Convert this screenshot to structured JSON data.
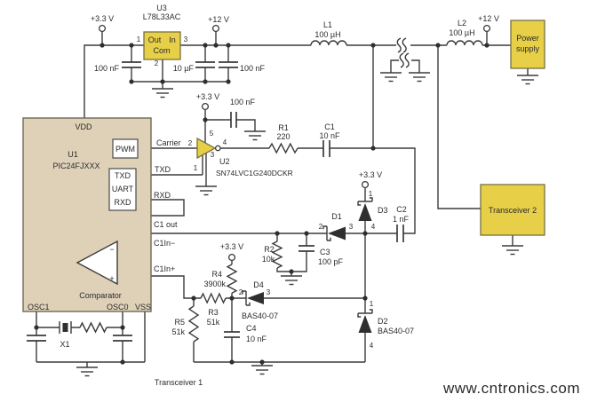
{
  "colors": {
    "yellow_fill": "#e7d048",
    "chip_fill": "#ded1b8",
    "wire": "#3b3b3b",
    "watermark": "#b2dcb2"
  },
  "power": {
    "v33": "+3.3 V",
    "v12": "+12 V"
  },
  "pins": {
    "p1": "1",
    "p2": "2",
    "p3": "3",
    "p4": "4",
    "p5": "5"
  },
  "u3": {
    "ref": "U3",
    "part": "L78L33AC",
    "out": "Out",
    "in": "In",
    "com": "Com"
  },
  "u1": {
    "ref": "U1",
    "part": "PIC24FJXXX",
    "vdd": "VDD",
    "pwm": "PWM",
    "txd": "TXD",
    "uart": "UART",
    "rxd": "RXD",
    "comparator": "Comparator",
    "minus": "−",
    "plus": "+",
    "osc1": "OSC1",
    "osc0": "OSC0",
    "vss": "VSS"
  },
  "u2": {
    "ref": "U2",
    "part": "SN74LVC1G240DCKR"
  },
  "nets": {
    "carrier": "Carrier",
    "txd": "TXD",
    "rxd": "RXD",
    "c1out": "C1 out",
    "c1in_minus": "C1In−",
    "c1in_plus": "C1In+"
  },
  "inductors": {
    "l1": {
      "ref": "L1",
      "value": "100 µH"
    },
    "l2": {
      "ref": "L2",
      "value": "100 µH"
    }
  },
  "capacitors": {
    "c100nf": "100 nF",
    "c10uf": "10 µF",
    "c1": {
      "ref": "C1",
      "value": "10 nF"
    },
    "c2": {
      "ref": "C2",
      "value": "1 nF"
    },
    "c3": {
      "ref": "C3",
      "value": "100 pF"
    },
    "c4": {
      "ref": "C4",
      "value": "10 nF"
    }
  },
  "resistors": {
    "r1": {
      "ref": "R1",
      "value": "220"
    },
    "r2": {
      "ref": "R2",
      "value": "10k"
    },
    "r3": {
      "ref": "R3",
      "value": "51k"
    },
    "r4": {
      "ref": "R4",
      "value": "3900k"
    },
    "r5": {
      "ref": "R5",
      "value": "51k"
    }
  },
  "diodes": {
    "d1": {
      "ref": "D1"
    },
    "d2": {
      "ref": "D2",
      "part": "BAS40-07"
    },
    "d3": {
      "ref": "D3"
    },
    "d4": {
      "ref": "D4",
      "part": "BAS40-07"
    }
  },
  "crystal": {
    "ref": "X1"
  },
  "blocks": {
    "power_supply": [
      "Power",
      "supply"
    ],
    "transceiver1": "Transceiver 1",
    "transceiver2": "Transceiver 2"
  },
  "watermark": {
    "text": "www.cntronics.com"
  }
}
